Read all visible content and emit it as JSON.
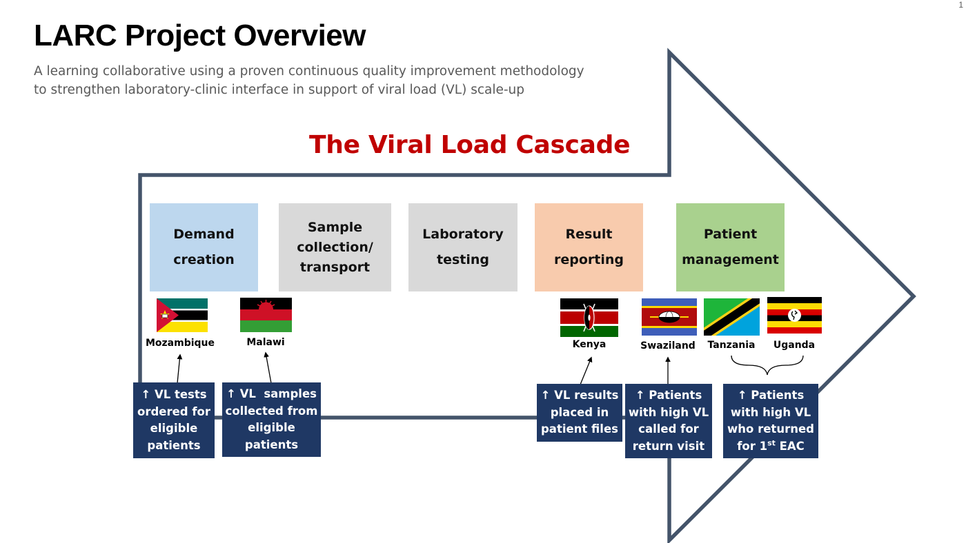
{
  "slide_number": "1",
  "title": "LARC Project Overview",
  "subtitle_lines": [
    "A learning collaborative using a proven continuous quality improvement methodology",
    "to strengthen laboratory-clinic interface in support of viral load (VL) scale-up"
  ],
  "cascade_title": "The Viral Load Cascade",
  "arrow_color": "#44546a",
  "stages": [
    {
      "lines": [
        "Demand",
        "creation"
      ],
      "color": "#bdd7ee"
    },
    {
      "lines": [
        "Sample",
        "collection/",
        "transport"
      ],
      "color": "#d9d9d9"
    },
    {
      "lines": [
        "Laboratory",
        "testing"
      ],
      "color": "#d9d9d9"
    },
    {
      "lines": [
        "Result",
        "reporting"
      ],
      "color": "#f8cbad"
    },
    {
      "lines": [
        "Patient",
        "management"
      ],
      "color": "#a9d18e"
    }
  ],
  "countries": [
    {
      "name": "Mozambique",
      "flag": "mozambique-flag"
    },
    {
      "name": "Malawi",
      "flag": "malawi-flag"
    },
    {
      "name": "Kenya",
      "flag": "kenya-flag"
    },
    {
      "name": "Swaziland",
      "flag": "swaziland-flag"
    },
    {
      "name": "Tanzania",
      "flag": "tanzania-flag"
    },
    {
      "name": "Uganda",
      "flag": "uganda-flag"
    }
  ],
  "outcomes": [
    {
      "lines": [
        "↑ VL tests",
        "ordered for",
        "eligible",
        "patients"
      ]
    },
    {
      "lines": [
        "↑ VL  samples",
        "collected from",
        "eligible",
        "patients"
      ]
    },
    {
      "lines": [
        "↑ VL results",
        "placed in",
        "patient files"
      ]
    },
    {
      "lines": [
        "↑ Patients",
        "with high VL",
        "called for",
        "return visit"
      ]
    },
    {
      "lines": [
        "↑ Patients",
        "with high VL",
        "who returned"
      ],
      "last_prefix": "for 1",
      "last_sup": "st",
      "last_suffix": " EAC"
    }
  ],
  "outcome_color": "#1f3864"
}
